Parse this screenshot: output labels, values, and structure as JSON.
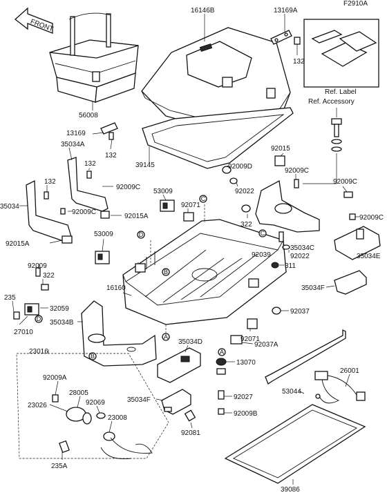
{
  "figure_code": "F2910A",
  "front_arrow": "FRONT",
  "ref_label_line1": "Ref. Label",
  "ref_label_line2": "Ref. Accessory",
  "parts": {
    "p56008": "56008",
    "p16146B": "16146B",
    "p13169A": "13169A",
    "p132a": "132",
    "p13169": "13169",
    "p132b": "132",
    "p39145": "39145",
    "p35034A": "35034A",
    "p132c": "132",
    "p92009C_a": "92009C",
    "p132d": "132",
    "p35034": "35034",
    "p92009C_b": "92009C",
    "p92015A_a": "92015A",
    "p92015A_b": "92015A",
    "p53009a": "53009",
    "p92071a": "92071",
    "p53009b": "53009",
    "p92009D": "92009D",
    "p92022a": "92022",
    "p92015": "92015",
    "p92009C_c": "92009C",
    "p92009C_d": "92009C",
    "p322a": "322",
    "p92009C_e": "92009C",
    "p35034C": "35034C",
    "p92039": "92039",
    "p92022b": "92022",
    "p35034E": "35034E",
    "p311": "311",
    "p92009": "92009",
    "p322b": "322",
    "p235": "235",
    "p32059": "32059",
    "p27010": "27010",
    "p16160": "16160",
    "p35034B": "35034B",
    "p35034F_a": "35034F",
    "p92037": "92037",
    "p92071b": "92071",
    "p92037A": "92037A",
    "p35034D": "35034D",
    "p13070": "13070",
    "p23016": "23016",
    "p92009A": "92009A",
    "p28005": "28005",
    "p23026": "23026",
    "p92069": "92069",
    "p23008": "23008",
    "p35034F_b": "35034F",
    "p92027": "92027",
    "p92009B": "92009B",
    "p92081": "92081",
    "p53044": "53044",
    "p26001": "26001",
    "p235A": "235A",
    "p39086": "39086"
  },
  "callouts": {
    "A": "A",
    "B": "B",
    "C": "C",
    "D": "D"
  }
}
